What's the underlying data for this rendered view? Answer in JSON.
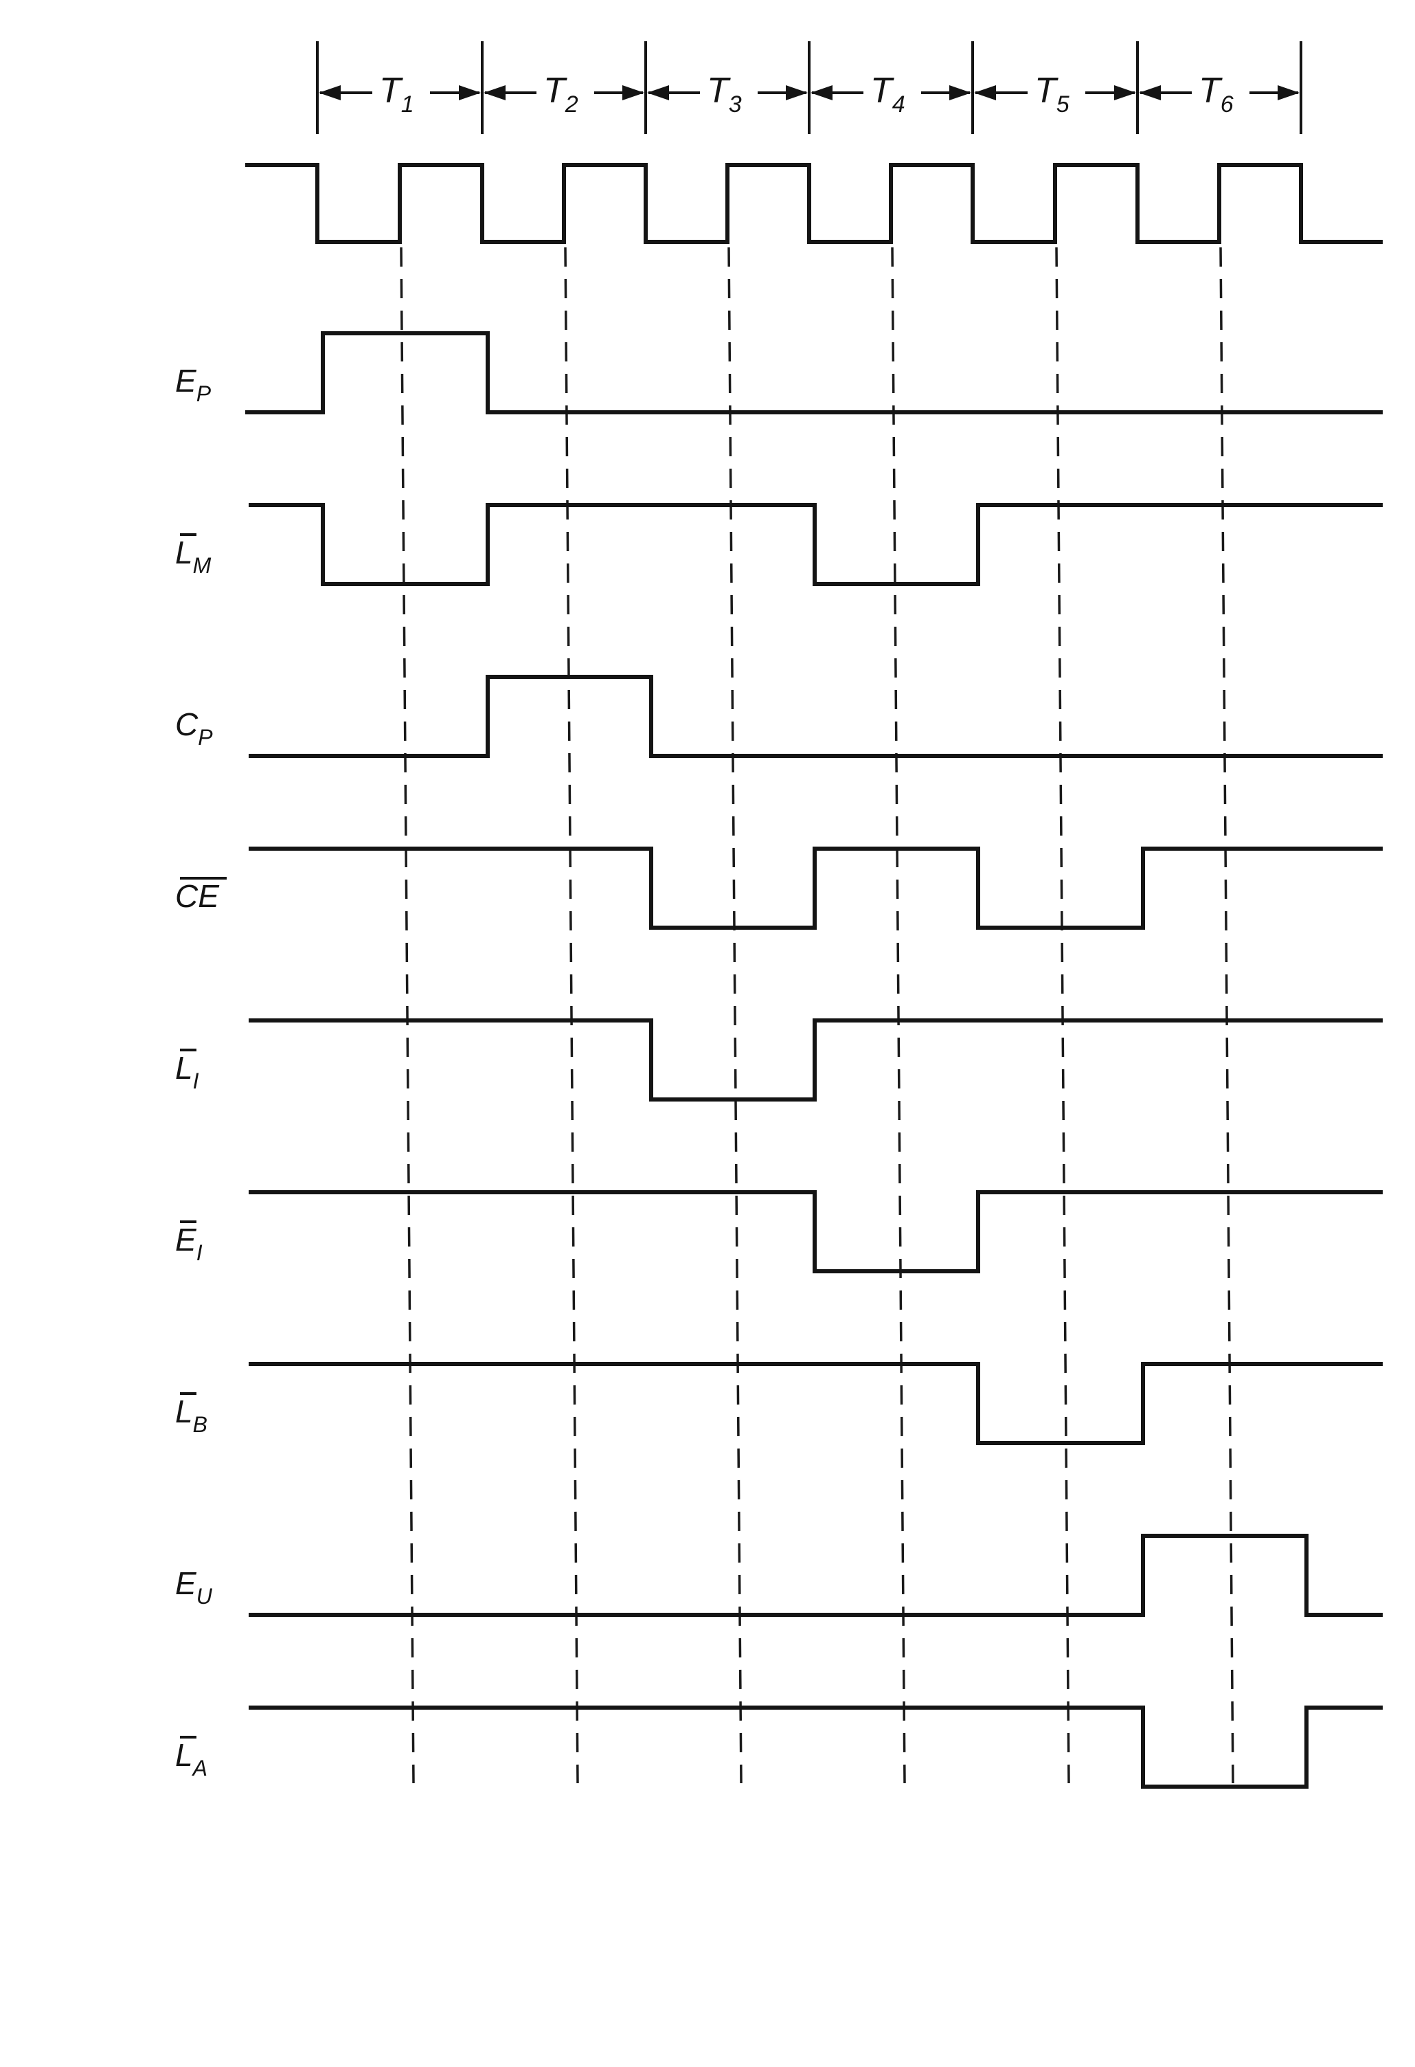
{
  "diagram": {
    "type": "timing-diagram",
    "periods": [
      {
        "base": "T",
        "sub": "1"
      },
      {
        "base": "T",
        "sub": "2"
      },
      {
        "base": "T",
        "sub": "3"
      },
      {
        "base": "T",
        "sub": "4"
      },
      {
        "base": "T",
        "sub": "5"
      },
      {
        "base": "T",
        "sub": "6"
      }
    ],
    "clock": {
      "name": "",
      "description": "clock, low in first half and high in second half of each T state",
      "levels_per_half_period": [
        1,
        0,
        1,
        0,
        1,
        0,
        1,
        0,
        1,
        0,
        1,
        0,
        1,
        0
      ]
    },
    "signals": [
      {
        "id": "ep",
        "base": "E",
        "sub": "P",
        "overbar": false,
        "active_periods": [
          1
        ],
        "active_level": "high"
      },
      {
        "id": "lm",
        "base": "L",
        "sub": "M",
        "overbar": true,
        "active_periods": [
          1,
          4
        ],
        "active_level": "low"
      },
      {
        "id": "cp",
        "base": "C",
        "sub": "P",
        "overbar": false,
        "active_periods": [
          2
        ],
        "active_level": "high"
      },
      {
        "id": "ce",
        "base": "CE",
        "sub": "",
        "overbar": true,
        "active_periods": [
          3,
          5
        ],
        "active_level": "low"
      },
      {
        "id": "li",
        "base": "L",
        "sub": "I",
        "overbar": true,
        "active_periods": [
          3
        ],
        "active_level": "low"
      },
      {
        "id": "ei",
        "base": "E",
        "sub": "I",
        "overbar": true,
        "active_periods": [
          4
        ],
        "active_level": "low"
      },
      {
        "id": "lb",
        "base": "L",
        "sub": "B",
        "overbar": true,
        "active_periods": [
          5
        ],
        "active_level": "low"
      },
      {
        "id": "eu",
        "base": "E",
        "sub": "U",
        "overbar": false,
        "active_periods": [
          6
        ],
        "active_level": "high"
      },
      {
        "id": "la",
        "base": "L",
        "sub": "A",
        "overbar": true,
        "active_periods": [
          6
        ],
        "active_level": "low"
      }
    ],
    "dashed_markers": "positive clock edge at the middle of each T state"
  }
}
